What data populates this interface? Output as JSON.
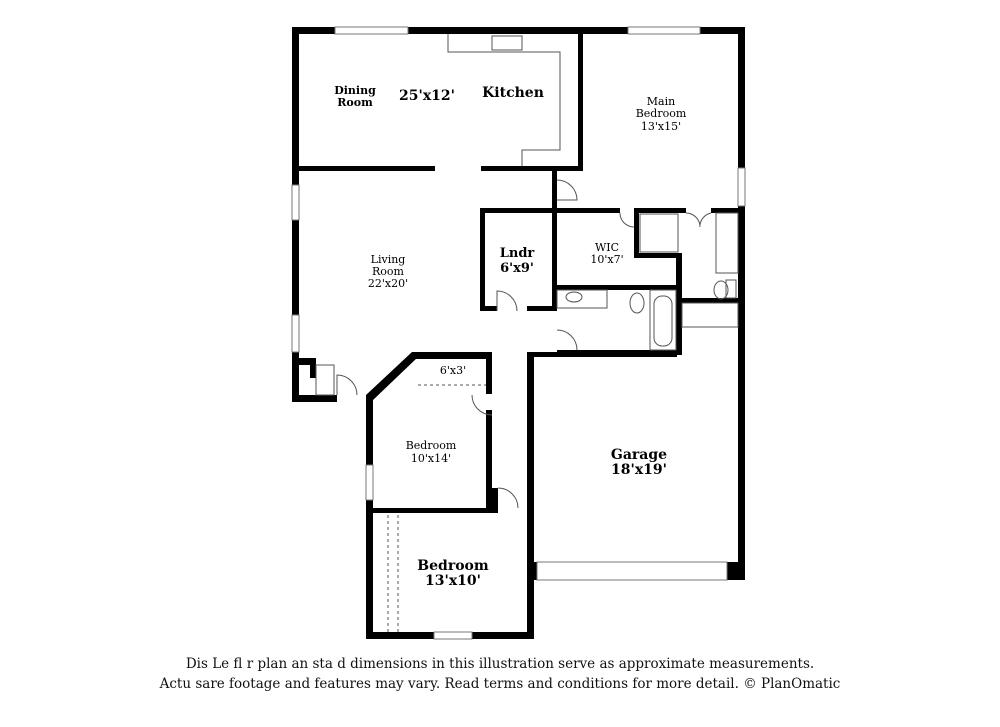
{
  "rooms": {
    "dining": {
      "name_line1": "Dining",
      "name_line2": "Room"
    },
    "kitchen_dim": "25'x12'",
    "kitchen": "Kitchen",
    "main_bedroom": {
      "name_line1": "Main",
      "name_line2": "Bedroom",
      "dim": "13'x15'"
    },
    "living": {
      "name_line1": "Living",
      "name_line2": "Room",
      "dim": "22'x20'"
    },
    "laundry": {
      "name": "Lndr",
      "dim": "6'x9'"
    },
    "wic": {
      "name": "WIC",
      "dim": "10'x7'"
    },
    "closet": {
      "dim": "6'x3'"
    },
    "bedroom2": {
      "name": "Bedroom",
      "dim": "10'x14'"
    },
    "garage": {
      "name": "Garage",
      "dim": "18'x19'"
    },
    "bedroom3": {
      "name": "Bedroom",
      "dim": "13'x10'"
    }
  },
  "disclaimer": {
    "line1": "Dis        Le fl   r plan an   sta   d dimensions in this illustration serve as approximate measurements.",
    "line2": "Actu     sare footage and features may vary. Read terms and conditions for more detail. © PlanOmatic"
  },
  "colors": {
    "wall": "#000000",
    "background": "#ffffff",
    "fixture_line": "#555555"
  }
}
